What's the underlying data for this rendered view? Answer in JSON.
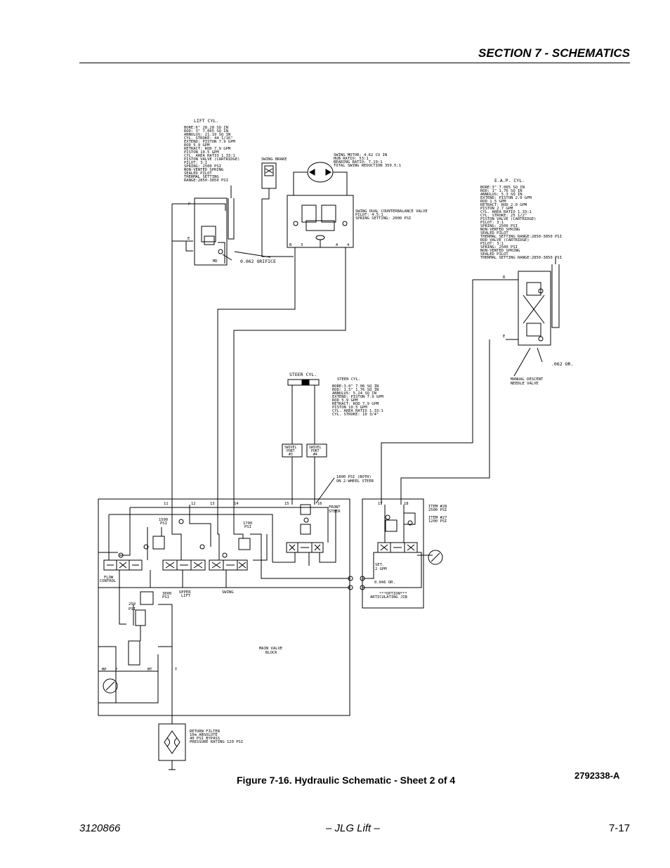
{
  "header": {
    "section_title": "SECTION 7 - SCHEMATICS"
  },
  "figure": {
    "caption": "Figure 7-16.  Hydraulic Schematic - Sheet 2 of 4",
    "drawing_number": "2792338-A"
  },
  "footer": {
    "doc_number": "3120866",
    "center": "– JLG Lift –",
    "page": "7-17"
  },
  "lift_cyl": {
    "title": "LIFT CYL.",
    "specs": [
      "BORE:6\" 28.28 SQ IN",
      "ROD: 3\" 7.065 SQ IN",
      "ANNULUS: 21.19 SQ IN",
      "CYL. STROKE: 44 1/16\"",
      "EXTEND:  PISTON 7.9 GPM",
      "         ROD 5.9 GPM",
      "RETRACT: ROD 7.9 GPM",
      "         PISTON 10.5 GPM",
      "CYL. AREA RATIO 1.33:1",
      "PISTON VALVE (CARTRIDGE)",
      "   PILOT: 3:1",
      "   SPRING: 2500 PSI",
      "   NON-VENTED SPRING",
      "   SEALED PILOT",
      "   THERMAL SETTING",
      "   RANGE:2850-3850 PSI"
    ],
    "port_p": "P",
    "port_e": "E",
    "port_md": "MD",
    "orifice": "0.062 ORIFICE"
  },
  "swing": {
    "brake": "SWING BRAKE",
    "motor_specs": [
      "SWING MOTOR: 4.62 CU IN",
      "HUB RATIO: 53:1",
      "BEARING RATIO: 7.19:1",
      "TOTAL SWING REDUCTION 359.5:1"
    ],
    "valve_specs": [
      "SWING DUAL COUNTERBALANCE VALVE",
      "PILOT: 4.5:1",
      "SPRING SETTING: 2000 PSI"
    ],
    "ports": [
      "B",
      "3",
      "A",
      "4"
    ]
  },
  "eap_cyl": {
    "title": "E.A.P. CYL.",
    "specs": [
      "BORE:3\" 7.065 SQ IN",
      "ROD: 1\" 1.76 SQ IN",
      "ANNULUS: 5.3 SQ IN",
      "EXTEND: PISTON 2.0 GPM",
      "        ROD    1.5 GPM",
      "RETRACT: ROD  2.0 GPM",
      "         PISTON 2.7 GPM",
      "CYL. AREA RATIO 1.33:1",
      "CYL. STROKE: 25 1/2\"",
      "PISTON VALVE (CARTRIDGE)",
      "  PILOT: 3:1",
      "  SPRING: 2500 PSI",
      "  NON-VENTED SPRING",
      "  SEALED PILOT",
      "  THERMAL SETTING RANGE:2850-3850 PSI",
      "ROD VALVE (CARTRIDGE)",
      "  PILOT: 3:1",
      "  SPRING: 2500 PSI",
      "  NON-VENTED SPRING",
      "  SEALED PILOT",
      "  THERMAL SETTING RANGE:2850-3850 PSI"
    ],
    "port_r": "R",
    "port_e": "E",
    "orifice": ".062 OR.",
    "needle": [
      "MANUAL DESCENT",
      "NEEDLE VALVE"
    ]
  },
  "steer_cyl": {
    "title": "STEER CYL.",
    "specs": [
      "STEER CYL.",
      "BORE:3.0\" 7.06 SQ IN",
      "ROD: 1.5\" 1.76 SQ IN",
      "ANNULUS: 5.24 SQ IN",
      "EXTEND: PISTON 7.9 GPM",
      "        ROD 5.9 GPM",
      "RETRACT: ROD 7.9 GPM",
      "         PISTON 10.5 GPM",
      "CYL. AREA RATIO 1.33:1",
      "CYL. STROKE: 10 3/4\""
    ],
    "swivel_3": [
      "SWIVEL",
      "PORT",
      "#3"
    ],
    "swivel_4": [
      "SWIVEL",
      "PORT",
      "#4"
    ],
    "relief_note": [
      "1800 PSI (BOTH)",
      "ON 2-WHEEL STEER"
    ]
  },
  "main_valve": {
    "ports": [
      "11",
      "12",
      "13",
      "14",
      "15",
      "16"
    ],
    "psi_1500": [
      "1500",
      "PSI"
    ],
    "psi_1700": [
      "1700",
      "PSI"
    ],
    "psi_3000": [
      "3000",
      "PSI"
    ],
    "psi_250": [
      "250",
      "PSI"
    ],
    "flow_control": [
      "FLOW",
      "CONTROL"
    ],
    "upper_lift": [
      "UPPER",
      "LIFT"
    ],
    "swing": "SWING",
    "front_steer": [
      "FRONT",
      "STEER"
    ],
    "block": [
      "MAIN VALVE",
      "BLOCK"
    ],
    "mp": "MP",
    "p": "P",
    "mt": "MT",
    "t": "T"
  },
  "jib": {
    "ports": [
      "17",
      "18"
    ],
    "item_28": [
      "ITEM #28",
      "2500 PSI"
    ],
    "item_27": [
      "ITEM #27",
      "1200 PSI"
    ],
    "set": [
      "SET.",
      "2 GPM"
    ],
    "orifice": "0.046 OR.",
    "title": [
      "***OPTION***",
      "ARTICULATING JIB"
    ]
  },
  "return_filter": {
    "lines": [
      "RETURN FILTER",
      "10m ABSOLUTE",
      "40 PSI BYPASS",
      "PRESSURE RATING 120 PSI"
    ]
  }
}
